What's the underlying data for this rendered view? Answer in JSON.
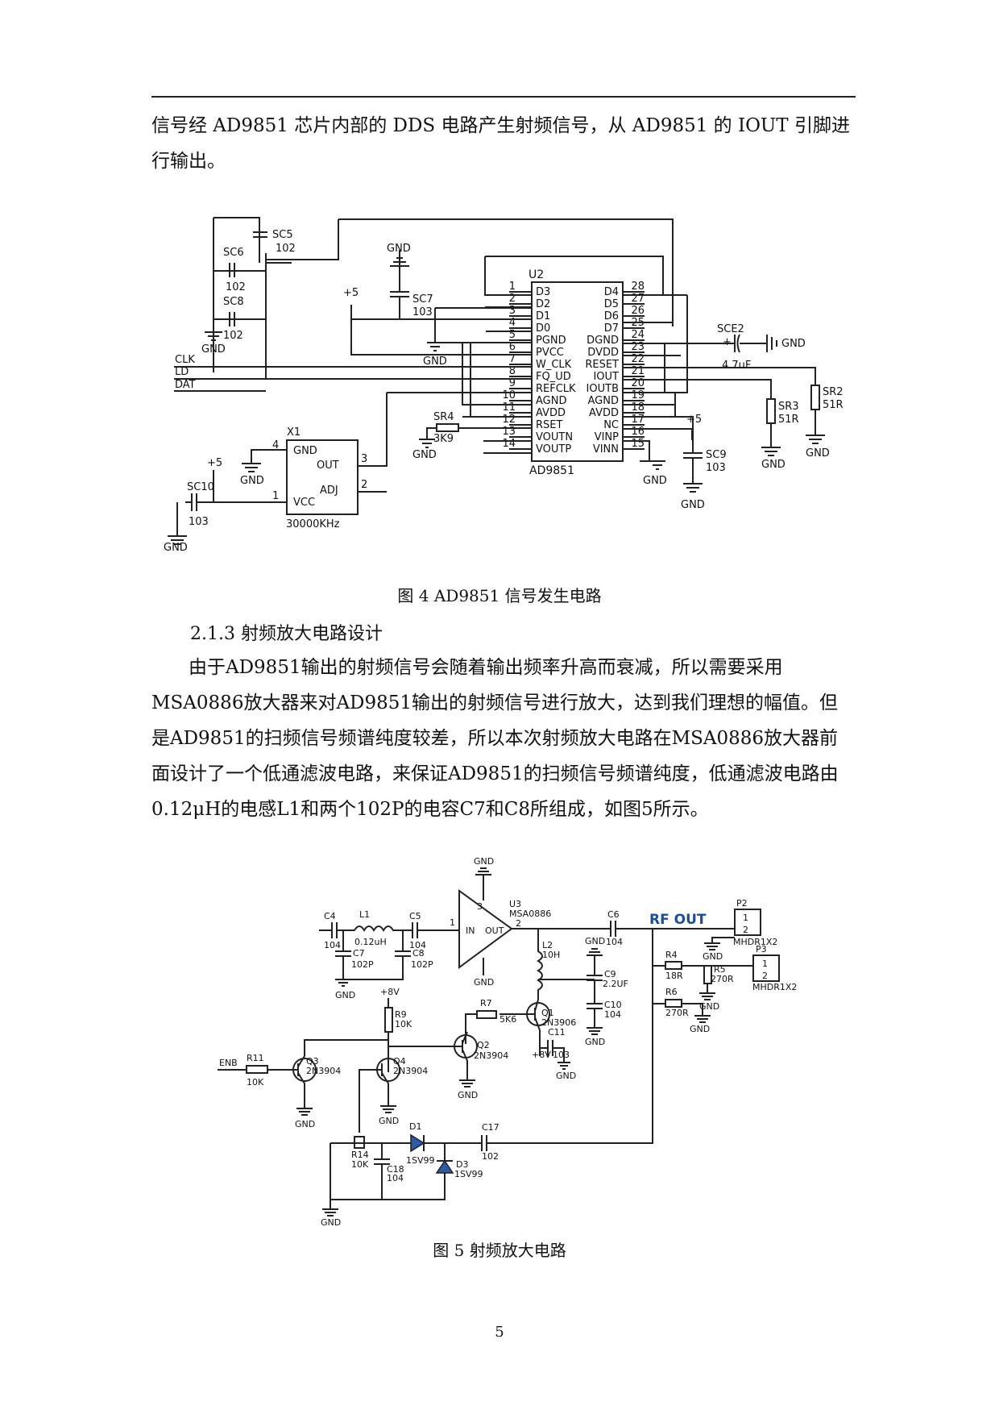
{
  "paragraph1": "信号经 AD9851 芯片内部的 DDS 电路产生射频信号，从 AD9851 的 IOUT 引脚进行输出。",
  "figure4": {
    "caption": "图 4 AD9851 信号发生电路",
    "chip": "U2",
    "chip_name": "AD9851",
    "left_pins": [
      {
        "n": "1",
        "name": "D3"
      },
      {
        "n": "2",
        "name": "D2"
      },
      {
        "n": "3",
        "name": "D1"
      },
      {
        "n": "4",
        "name": "D0"
      },
      {
        "n": "5",
        "name": "PGND"
      },
      {
        "n": "6",
        "name": "PVCC"
      },
      {
        "n": "7",
        "name": "W_CLK"
      },
      {
        "n": "8",
        "name": "FQ_UD"
      },
      {
        "n": "9",
        "name": "REFCLK"
      },
      {
        "n": "10",
        "name": "AGND"
      },
      {
        "n": "11",
        "name": "AVDD"
      },
      {
        "n": "12",
        "name": "RSET"
      },
      {
        "n": "13",
        "name": "VOUTN"
      },
      {
        "n": "14",
        "name": "VOUTP"
      }
    ],
    "right_pins": [
      {
        "n": "28",
        "name": "D4"
      },
      {
        "n": "27",
        "name": "D5"
      },
      {
        "n": "26",
        "name": "D6"
      },
      {
        "n": "25",
        "name": "D7"
      },
      {
        "n": "24",
        "name": "DGND"
      },
      {
        "n": "23",
        "name": "DVDD"
      },
      {
        "n": "22",
        "name": "RESET"
      },
      {
        "n": "21",
        "name": "IOUT"
      },
      {
        "n": "20",
        "name": "IOUTB"
      },
      {
        "n": "19",
        "name": "AGND"
      },
      {
        "n": "18",
        "name": "AVDD"
      },
      {
        "n": "17",
        "name": "NC"
      },
      {
        "n": "16",
        "name": "VINP"
      },
      {
        "n": "15",
        "name": "VINN"
      }
    ],
    "labels": {
      "sc5": "SC5",
      "sc5v": "102",
      "sc6": "SC6",
      "sc6v": "102",
      "sc8": "SC8",
      "sc8v": "102",
      "sc7": "SC7",
      "sc7v": "103",
      "sc9": "SC9",
      "sc9v": "103",
      "sc10": "SC10",
      "sc10v": "103",
      "sce2": "SCE2",
      "sce2v": "4.7uF",
      "sr4": "SR4",
      "sr4v": "3K9",
      "sr3": "SR3",
      "sr3v": "51R",
      "sr2": "SR2",
      "sr2v": "51R",
      "gnd": "GND",
      "p5": "+5",
      "plus": "+",
      "clk": "CLK",
      "ld": "LD",
      "dat": "DAT",
      "x1": "X1",
      "x1_gnd": "GND",
      "x1_out": "OUT",
      "x1_adj": "ADJ",
      "x1_vcc": "VCC",
      "x1_freq": "30000KHz",
      "x1_p4": "4",
      "x1_p3": "3",
      "x1_p2": "2",
      "x1_p1": "1"
    }
  },
  "section": "2.1.3 射频放大电路设计",
  "paragraph2": "由于AD9851输出的射频信号会随着输出频率升高而衰减，所以需要采用MSA0886放大器来对AD9851输出的射频信号进行放大，达到我们理想的幅值。但是AD9851的扫频信号频谱纯度较差，所以本次射频放大电路在MSA0886放大器前面设计了一个低通滤波电路，来保证AD9851的扫频信号频谱纯度，低通滤波电路由0.12μH的电感L1和两个102P的电容C7和C8所组成，如图5所示。",
  "figure5": {
    "caption": "图 5 射频放大电路",
    "labels": {
      "gnd": "GND",
      "u3": "U3",
      "msa": "MSA0886",
      "pin2": "2",
      "pin3": "3",
      "pin1": "1",
      "in": "IN",
      "out": "OUT",
      "c4": "C4",
      "c4v": "104",
      "l1": "L1",
      "l1v": "0.12uH",
      "c5": "C5",
      "c5v": "104",
      "c7": "C7",
      "c7v": "102P",
      "c8": "C8",
      "c8v": "102P",
      "c6": "C6",
      "c6v": "104",
      "rfout": "RF OUT",
      "p2": "P2",
      "p3": "P3",
      "mhdr": "MHDR1X2",
      "one": "1",
      "two": "2",
      "l2": "L2",
      "l2v": "10H",
      "c9": "C9",
      "c9v": "2.2UF",
      "c10": "C10",
      "c10v": "104",
      "r4": "R4",
      "r4v": "18R",
      "r5": "R5",
      "r5v": "270R",
      "r6": "R6",
      "r6v": "270R",
      "p8v": "+8V",
      "r9": "R9",
      "r9v": "10K",
      "r7": "R7",
      "r7v": "5K6",
      "q1": "Q1",
      "q1v": "2N3906",
      "c11": "C11",
      "c11v": "103",
      "q2": "Q2",
      "q2v": "2N3904",
      "enb": "ENB",
      "r11": "R11",
      "r11v": "10K",
      "q3": "Q3",
      "q3v": "2N3904",
      "q4": "Q4",
      "q4v": "2N3904",
      "d1": "D1",
      "d1v": "1SV99",
      "c17": "C17",
      "c17v": "102",
      "d3": "D3",
      "d3v": "1SV99",
      "r14": "R14",
      "r14v": "10K",
      "c18": "C18",
      "c18v": "104"
    }
  },
  "page_number": "5"
}
